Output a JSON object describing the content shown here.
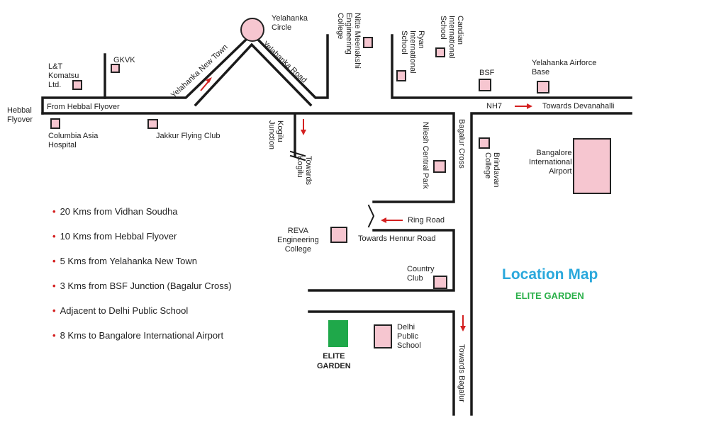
{
  "colors": {
    "road": "#1a1a1a",
    "landmark_fill": "#f6c6d0",
    "landmark_stroke": "#222222",
    "arrow": "#d42020",
    "title": "#2aa8dc",
    "subtitle": "#2bb04a",
    "elite_garden": "#1fa84a"
  },
  "title": "Location Map",
  "subtitle": "ELITE GARDEN",
  "bullets": [
    "20 Kms from Vidhan Soudha",
    "10 Kms from Hebbal Flyover",
    "5 Kms from Yelahanka New Town",
    "3 Kms from BSF Junction (Bagalur Cross)",
    "Adjacent to Delhi Public School",
    "8 Kms to Bangalore International Airport"
  ],
  "labels": {
    "hebbal_flyover": "Hebbal\nFlyover",
    "from_hebbal_flyover": "From Hebbal Flyover",
    "lt_komatsu": "L&T\nKomatsu\nLtd.",
    "gkvk": "GKVK",
    "yelahanka_circle": "Yelahanka\nCircle",
    "yelahanka_new_town": "Yelahanka New Town",
    "yelahanka_road": "Yelahanka Road",
    "nitte": "Nitte Meenakshi\nEngineering\nCollege",
    "ryan": "Ryan\nInternational\nSchool",
    "candian": "Candian\nInternational\nSchool",
    "bsf": "BSF",
    "yelahanka_airforce": "Yelahanka Airforce\nBase",
    "nh7": "NH7",
    "towards_devanahalli": "Towards Devanahalli",
    "columbia_asia": "Columbia Asia\nHospital",
    "jakkur": "Jakkur Flying Club",
    "kogilu_junction": "Kogilu\nJunction",
    "towards_kogilu": "Towards\nKogilu",
    "nilesh": "Nilesh Central Park",
    "bagalur_cross": "Bagalur Cross",
    "brindavan": "Brindavan\nCollege",
    "bangalore_airport": "Bangalore\nInternational\nAirport",
    "ring_road": "Ring Road",
    "towards_hennur": "Towards Hennur Road",
    "reva": "REVA\nEngineering\nCollege",
    "country_club": "Country\nClub",
    "delhi_public_school": "Delhi\nPublic\nSchool",
    "towards_bagalur": "Towards Bagalur",
    "elite_garden": "ELITE\nGARDEN"
  }
}
